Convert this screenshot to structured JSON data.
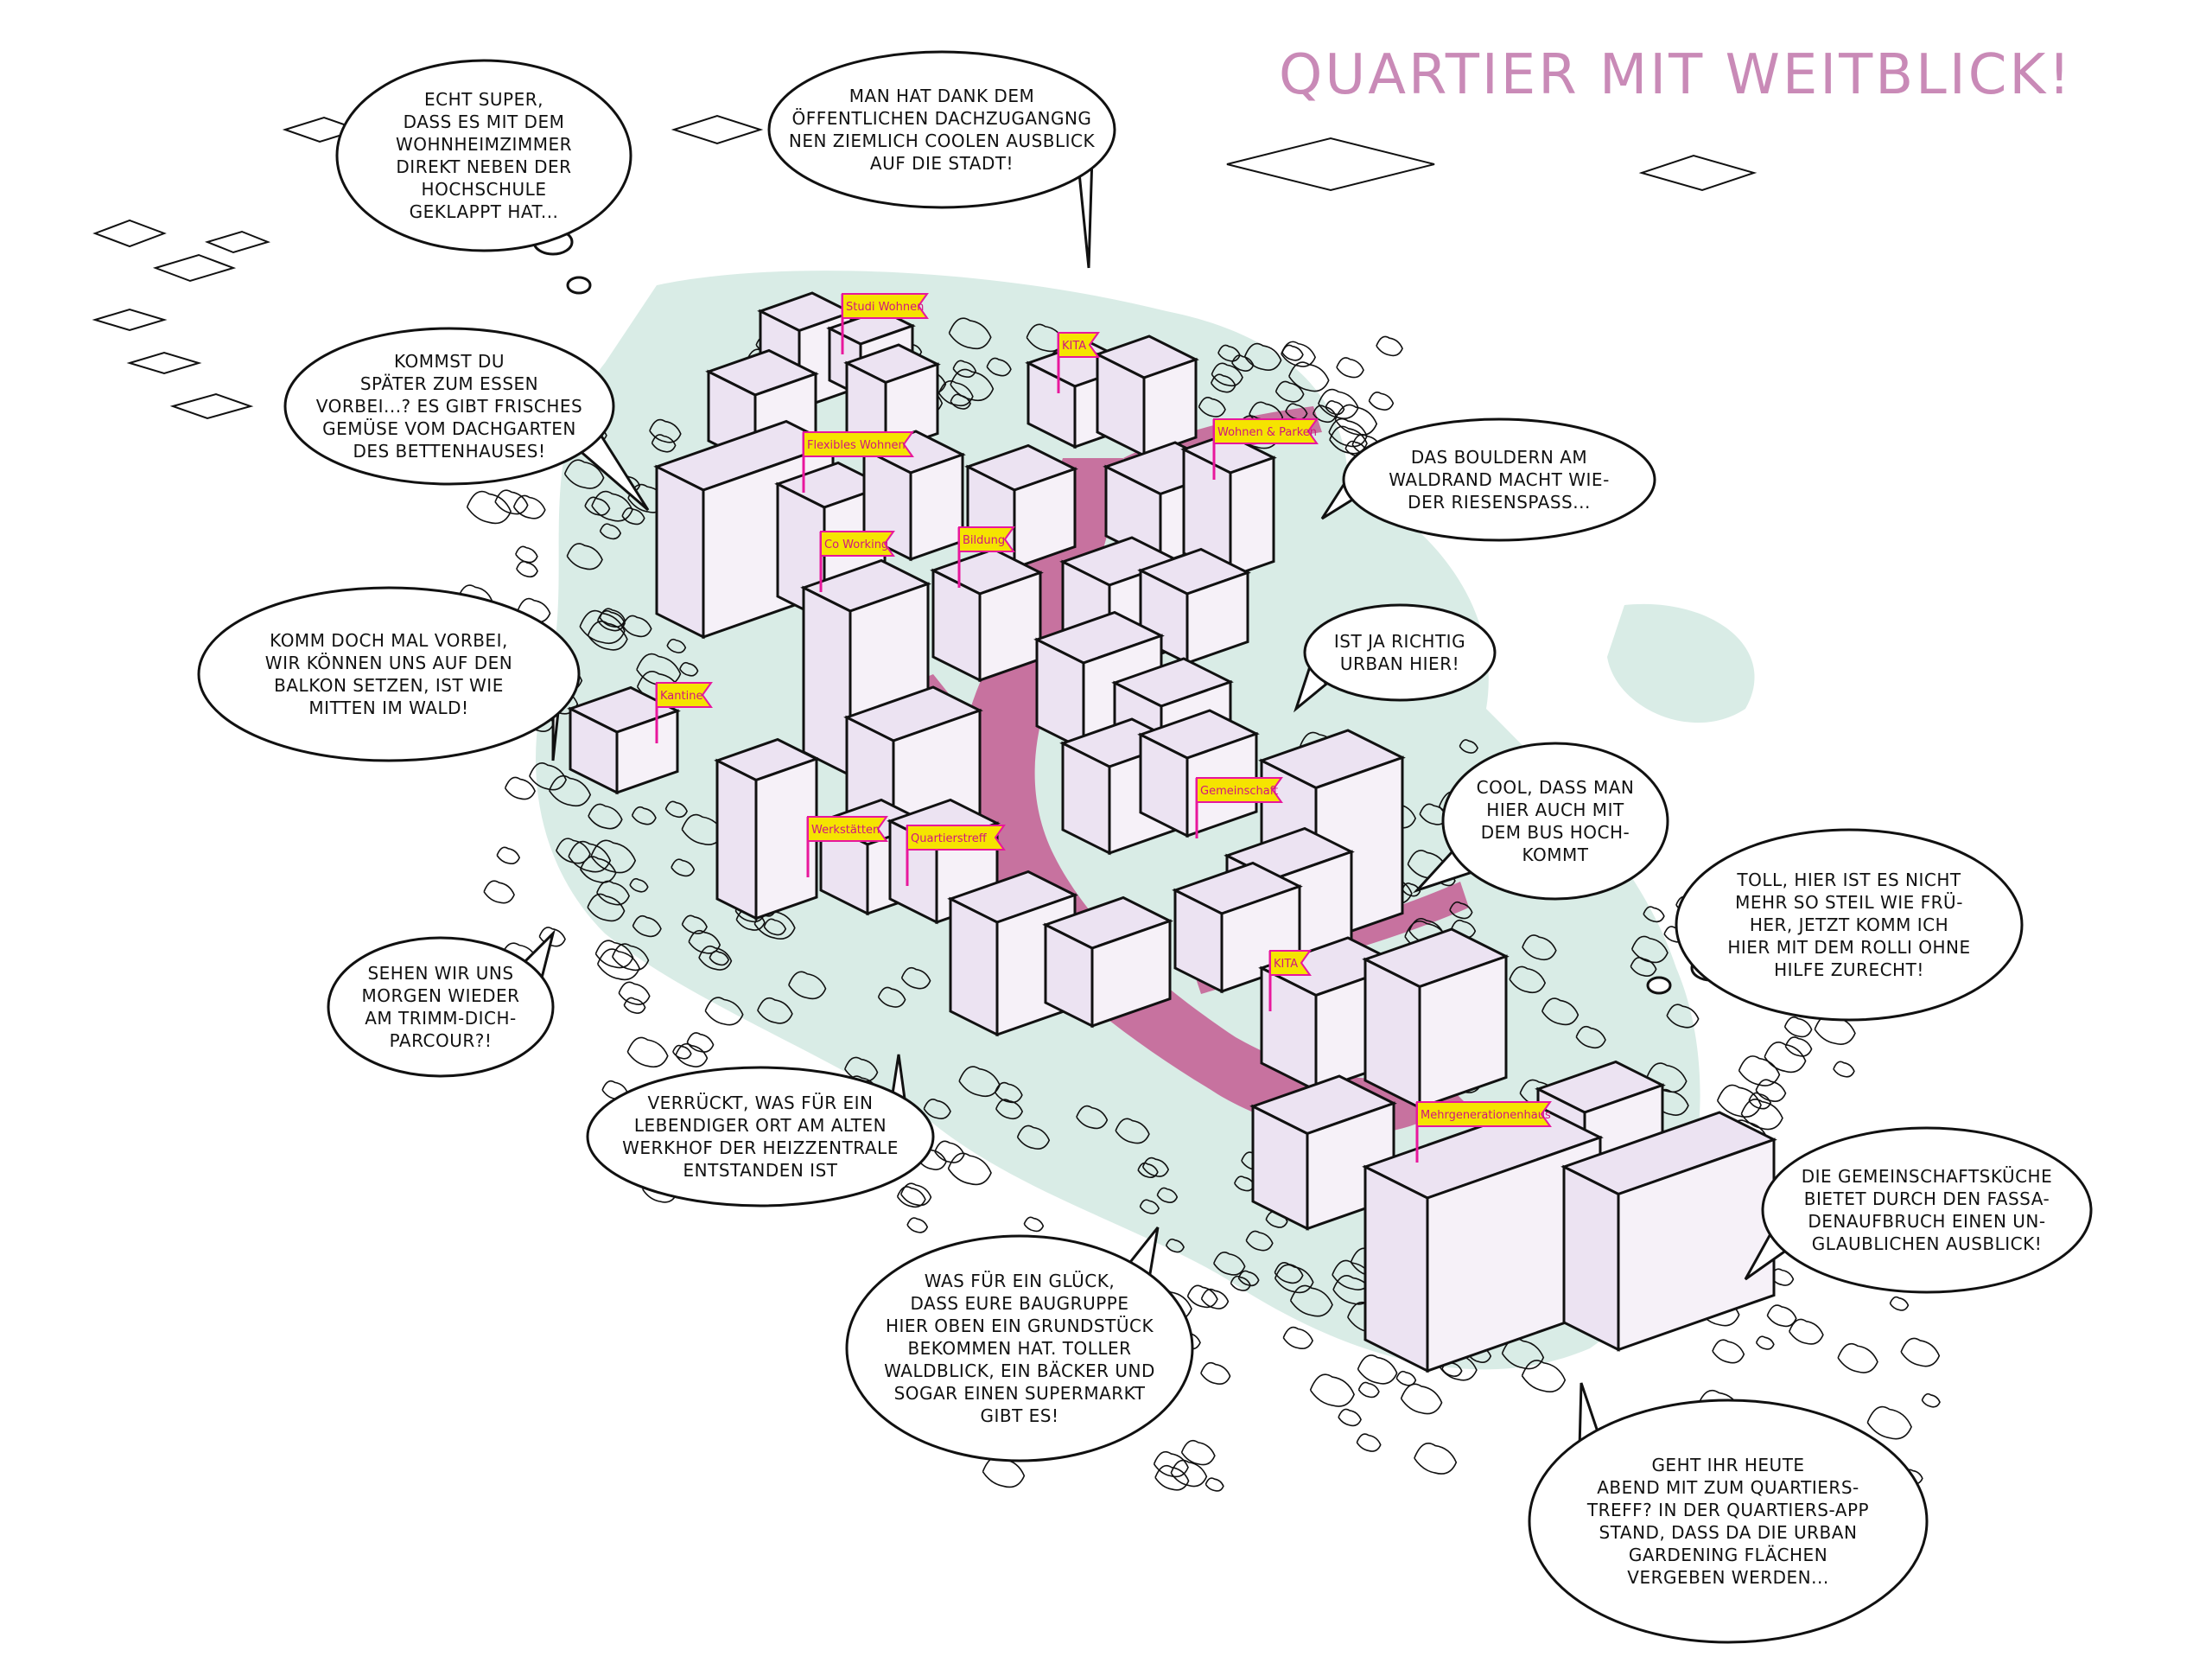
{
  "title": "QUARTIER MIT WEITBLICK!",
  "colors": {
    "street": "#c7729f",
    "green": "#d9ece6",
    "building": "#ece3f2",
    "flag": "#f5e400",
    "flag_edge": "#e8179c",
    "title": "#c98ab7",
    "ink": "#111111"
  },
  "bubbles": [
    {
      "key": "studi",
      "text": "ECHT SUPER,\nDASS ES MIT DEM\nWOHNHEIMZIMMER\nDIREKT NEBEN DER\nHOCHSCHULE\nGEKLAPPT HAT..."
    },
    {
      "key": "dach",
      "text": "MAN HAT DANK DEM\nÖFFENTLICHEN DACHZUGANGNG\nNEN ZIEMLICH COOLEN AUSBLICK\nAUF DIE STADT!"
    },
    {
      "key": "essen",
      "text": "KOMMST DU\nSPÄTER ZUM ESSEN\nVORBEI...? ES GIBT FRISCHES\nGEMÜSE VOM DACHGARTEN\nDES BETTENHAUSES!"
    },
    {
      "key": "bouldern",
      "text": "DAS BOULDERN AM\nWALDRAND MACHT WIE-\nDER RIESENSPASS..."
    },
    {
      "key": "urban",
      "text": "IST JA RICHTIG\nURBAN HIER!"
    },
    {
      "key": "balkon",
      "text": "KOMM DOCH MAL VORBEI,\nWIR KÖNNEN UNS AUF DEN\nBALKON SETZEN, IST WIE\nMITTEN IM WALD!"
    },
    {
      "key": "bus",
      "text": "COOL, DASS MAN\nHIER AUCH MIT\nDEM BUS HOCH-\nKOMMT"
    },
    {
      "key": "rolli",
      "text": "TOLL, HIER IST ES NICHT\nMEHR SO STEIL WIE FRÜ-\nHER, JETZT KOMM ICH\nHIER MIT DEM ROLLI OHNE\nHILFE ZURECHT!"
    },
    {
      "key": "trimm",
      "text": "SEHEN WIR UNS\nMORGEN WIEDER\nAM TRIMM-DICH-\nPARCOUR?!"
    },
    {
      "key": "werkhof",
      "text": "VERRÜCKT, WAS FÜR EIN\nLEBENDIGER ORT AM ALTEN\nWERKHOF DER HEIZZENTRALE\nENTSTANDEN IST"
    },
    {
      "key": "kueche",
      "text": "DIE GEMEINSCHAFTSKÜCHE\nBIETET DURCH DEN FASSA-\nDENAUFBRUCH EINEN UN-\nGLAUBLICHEN AUSBLICK!"
    },
    {
      "key": "baugruppe",
      "text": "WAS FÜR EIN GLÜCK,\nDASS EURE BAUGRUPPE\nHIER OBEN EIN GRUNDSTÜCK\nBEKOMMEN HAT. TOLLER\nWALDBLICK, EIN BÄCKER UND\nSOGAR EINEN SUPERMARKT\nGIBT ES!"
    },
    {
      "key": "gardening",
      "text": "GEHT IHR HEUTE\nABEND MIT ZUM QUARTIERS-\nTREFF? IN DER QUARTIERS-APP\nSTAND, DASS DA DIE URBAN\nGARDENING FLÄCHEN\nVERGEBEN WERDEN..."
    }
  ],
  "flags": [
    {
      "key": "studi",
      "label": "Studi Wohnen"
    },
    {
      "key": "kita1",
      "label": "KITA"
    },
    {
      "key": "flex",
      "label": "Flexibles Wohnen"
    },
    {
      "key": "parken",
      "label": "Wohnen & Parken"
    },
    {
      "key": "cowork",
      "label": "Co Working"
    },
    {
      "key": "bildung",
      "label": "Bildung"
    },
    {
      "key": "kantine",
      "label": "Kantine"
    },
    {
      "key": "gemein",
      "label": "Gemeinschaft"
    },
    {
      "key": "werk",
      "label": "Werkstätten"
    },
    {
      "key": "quartier",
      "label": "Quartierstreff"
    },
    {
      "key": "kita2",
      "label": "KITA"
    },
    {
      "key": "mehrgen",
      "label": "Mehrgenerationenhaus"
    }
  ]
}
